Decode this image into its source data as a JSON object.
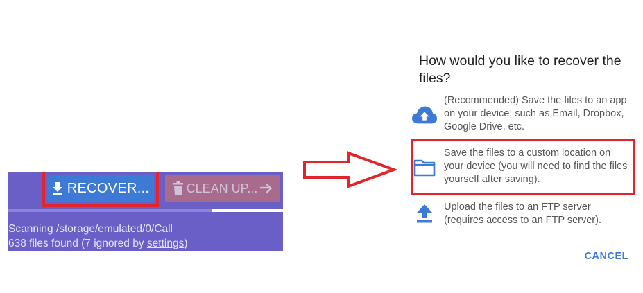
{
  "toolbar": {
    "recover_label": "RECOVER...",
    "cleanup_label": "CLEAN UP...",
    "progress_fraction": 0.74
  },
  "scan": {
    "path_line": "Scanning /storage/emulated/0/Call",
    "found_prefix": "638 files found (7 ignored by ",
    "settings_link": "settings",
    "found_suffix": ")"
  },
  "dialog": {
    "title": "How would you like to recover the files?",
    "options": [
      {
        "icon": "cloud-upload-icon",
        "label": "(Recommended) Save the files to an app on your device, such as Email, Dropbox, Google Drive, etc."
      },
      {
        "icon": "folder-icon",
        "label": "Save the files to a custom location on your device (you will need to find the files yourself after saving)."
      },
      {
        "icon": "upload-icon",
        "label": "Upload the files to an FTP server (requires access to an FTP server)."
      }
    ],
    "cancel_label": "CANCEL"
  },
  "colors": {
    "toolbar_bg": "#6a5fc7",
    "primary_blue": "#3d7ad6",
    "cleanup_bg": "#a86b8e",
    "highlight_red": "#e0262c"
  }
}
